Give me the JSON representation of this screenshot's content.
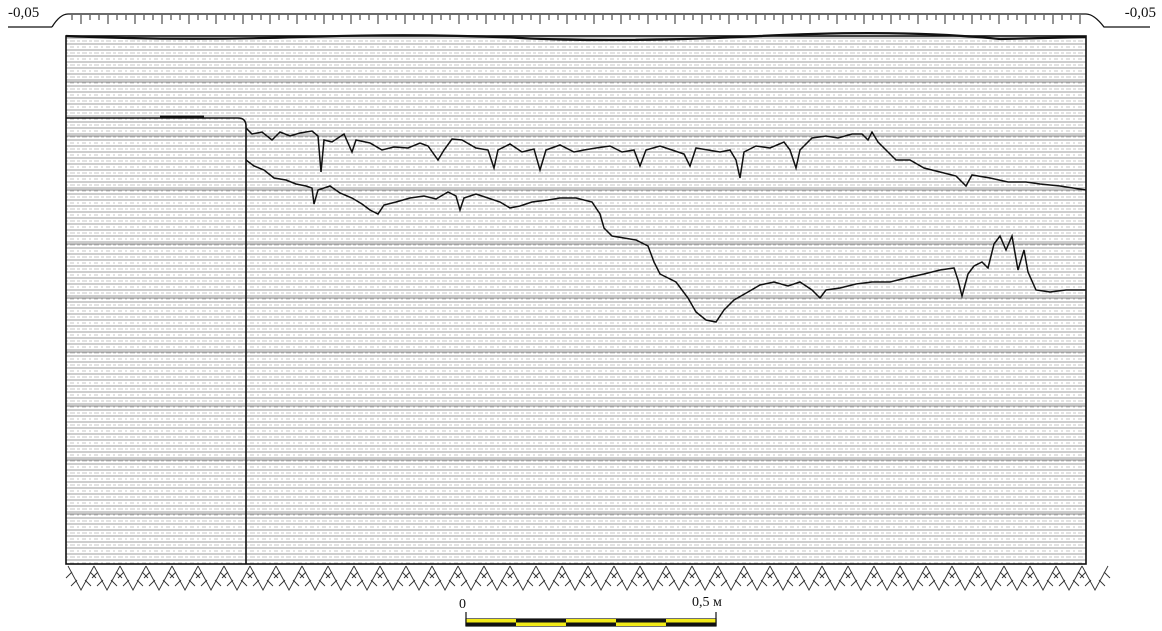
{
  "elevation_left": "-0,05",
  "elevation_right": "-0,05",
  "scale_bar": {
    "start_label": "0",
    "end_label": "0,5 м",
    "segments": 5,
    "colors": [
      "#f2ea18",
      "#111111"
    ]
  },
  "colors": {
    "line": "#111111",
    "hatch": "#8a8a8a",
    "background": "#ffffff"
  }
}
